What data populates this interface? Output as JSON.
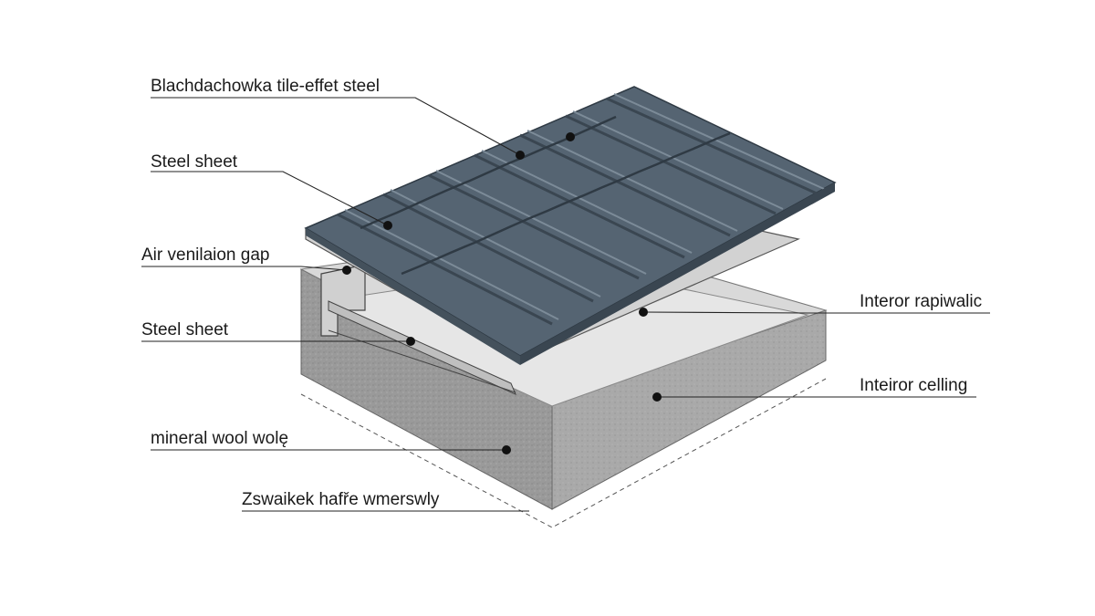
{
  "labels": {
    "tile_effect_steel": "Blachdachowka tile-effet steel",
    "steel_sheet_top": "Steel sheet",
    "air_gap": "Air venilaion gap",
    "steel_sheet_lower": "Steel sheet",
    "mineral_wool": "mineral wool wolę",
    "bottom_layer": "Zswaikek hafře wmerswly",
    "interior_right_top": "Interor rapiwalic",
    "interior_ceiling": "Inteiror celling"
  },
  "colors": {
    "tile": "#556472",
    "tile_ridge": "#6e7d8a",
    "tile_shadow": "#3a4651",
    "insulation_top": "#dedede",
    "insulation_side": "#8f8f8f",
    "insulation_front": "#a6a6a6",
    "sheet": "#c9c9c9",
    "leader": "#222222"
  }
}
